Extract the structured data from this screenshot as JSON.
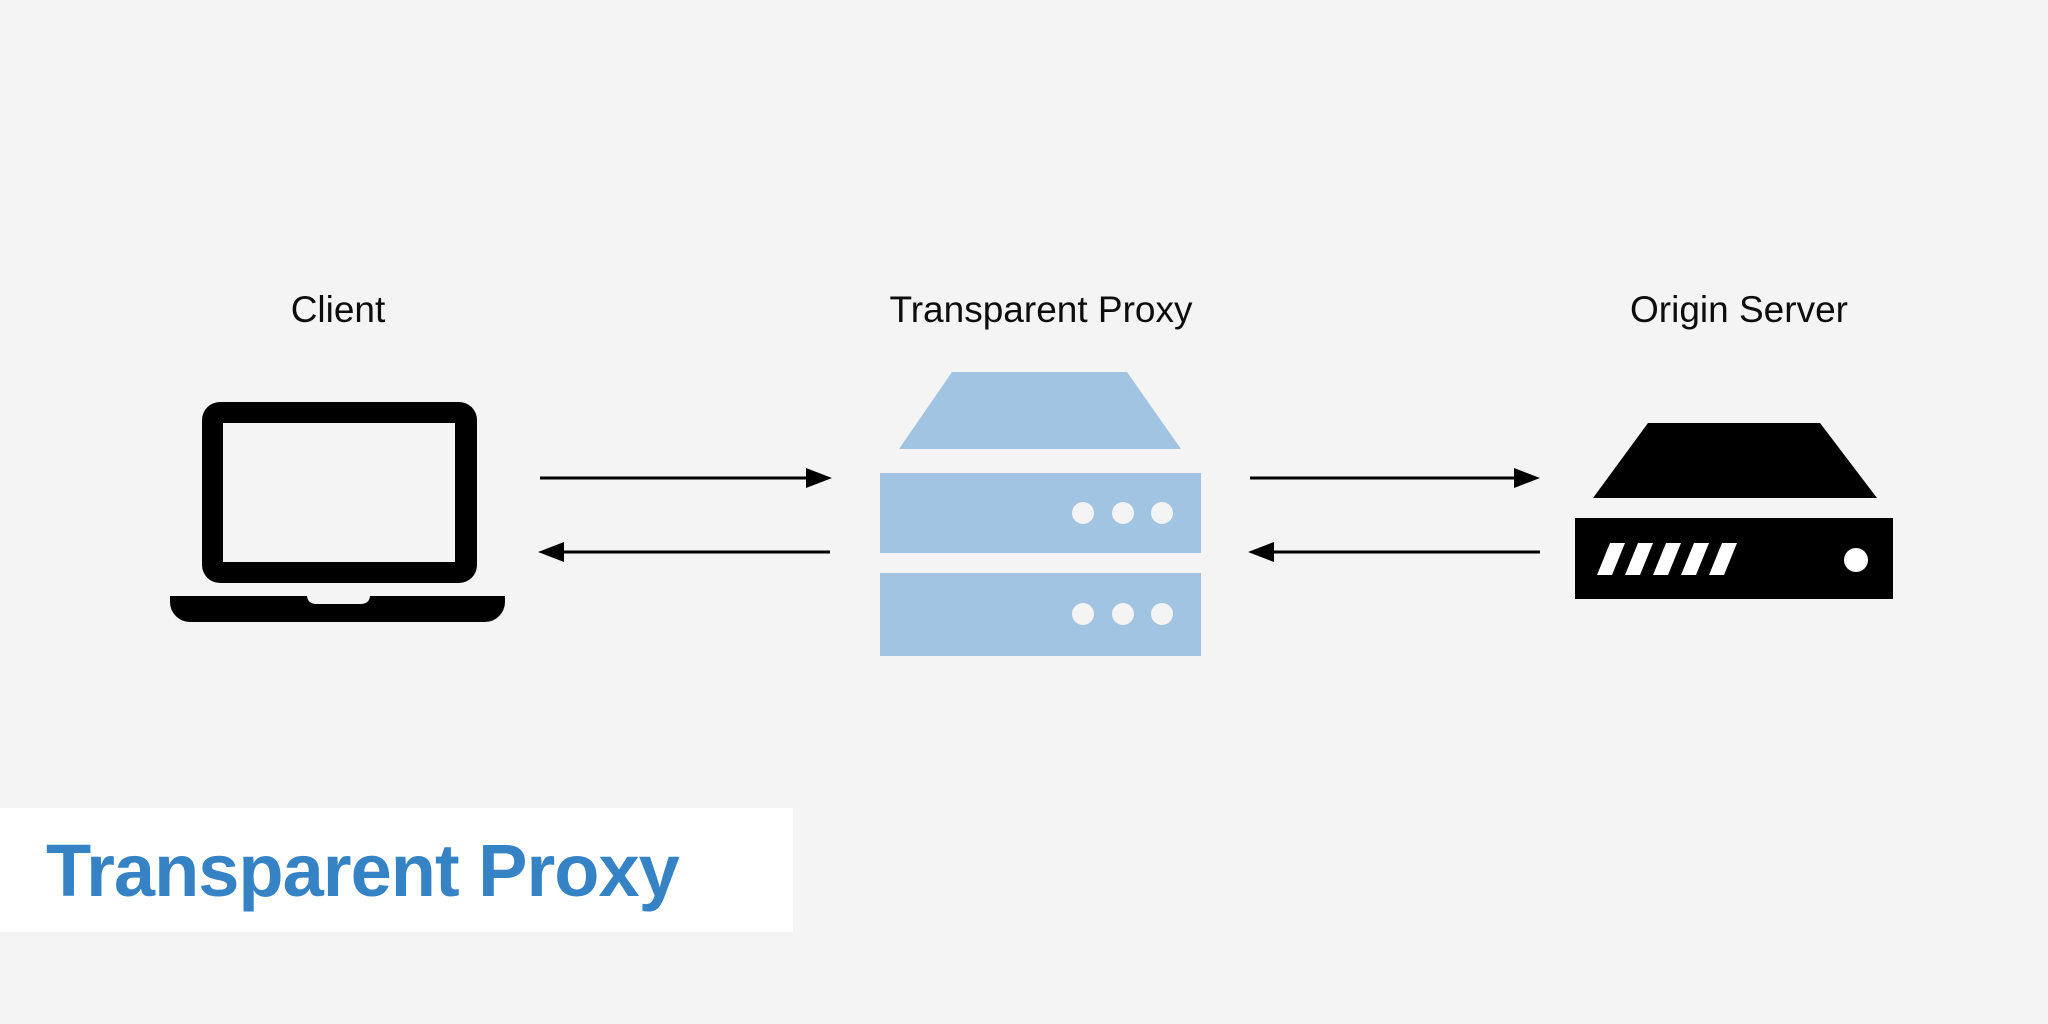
{
  "diagram": {
    "background_color": "#f4f4f4",
    "title": {
      "text": "Transparent Proxy",
      "color": "#3583c4",
      "background": "#ffffff"
    },
    "nodes": [
      {
        "id": "client",
        "label": "Client",
        "icon": "laptop-icon",
        "color": "#000000"
      },
      {
        "id": "proxy",
        "label": "Transparent Proxy",
        "icon": "proxy-server-icon",
        "color": "#a1c4e3"
      },
      {
        "id": "origin",
        "label": "Origin Server",
        "icon": "rack-server-icon",
        "color": "#000000"
      }
    ],
    "arrows": [
      {
        "from": "client",
        "to": "proxy",
        "direction": "right"
      },
      {
        "from": "proxy",
        "to": "client",
        "direction": "left"
      },
      {
        "from": "proxy",
        "to": "origin",
        "direction": "right"
      },
      {
        "from": "origin",
        "to": "proxy",
        "direction": "left"
      }
    ]
  }
}
